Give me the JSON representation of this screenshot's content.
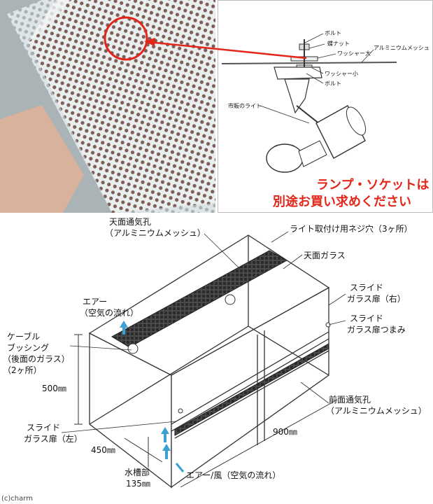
{
  "top_right": {
    "labels": {
      "bolt_top": "ボルト",
      "wing_nut": "蝶ナット",
      "washer_large": "ワッシャー大",
      "aluminium_mesh": "アルミニウムメッシュ",
      "washer_small": "ワッシャー小",
      "bolt_bottom": "ボルト",
      "commercial_light": "市販のライト"
    },
    "note_line1": "ランプ・ソケットは",
    "note_line2": "別途お買い求めください"
  },
  "bottom": {
    "labels": {
      "top_vent": "天面通気孔",
      "top_vent_sub": "（アルミニウムメッシュ）",
      "light_screw_holes": "ライト取付け用ネジ穴（3ヶ所）",
      "top_glass": "天面ガラス",
      "air": "エアー",
      "air_sub": "（空気の流れ）",
      "slide_right_1": "スライド",
      "slide_right_2": "ガラス扉（右）",
      "knob_1": "スライド",
      "knob_2": "ガラス扉つまみ",
      "cable_1": "ケーブル",
      "cable_2": "ブッシング",
      "cable_3": "（後面のガラス）",
      "cable_4": "（2ヶ所）",
      "height": "500㎜",
      "front_vent": "前面通気孔",
      "front_vent_sub": "（アルミニウムメッシュ）",
      "slide_left_1": "スライド",
      "slide_left_2": "ガラス扉（左）",
      "width": "900㎜",
      "depth": "450㎜",
      "tank_1": "水槽部",
      "tank_2": "135㎜",
      "air_wind": "エアー/風（空気の流れ）"
    },
    "credit": "(c)charm"
  },
  "colors": {
    "accent_red": "#e32619",
    "arrow_blue": "#3aa0d6",
    "mesh_dark": "#3a3a3a",
    "glass_line": "#333333"
  }
}
